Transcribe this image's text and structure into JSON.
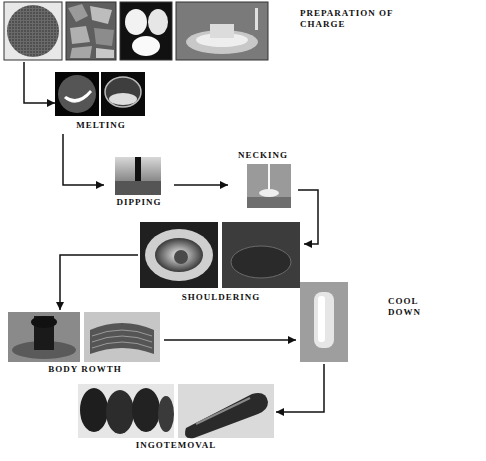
{
  "diagram": {
    "nodes": [
      {
        "text": [
          "PREPARATION OF CHARGE"
        ]
      },
      {
        "text": [
          "MELTING"
        ]
      },
      {
        "text": [
          "DIPPING"
        ]
      },
      {
        "text": [
          "NECKING"
        ]
      },
      {
        "text": [
          "SHOULDERING"
        ]
      },
      {
        "text": [
          "BODY ROWTH"
        ]
      },
      {
        "text": [
          "COOL DOWN"
        ]
      },
      {
        "text": [
          "INGOTEMOVAL"
        ]
      }
    ],
    "edges": [
      {
        "from": 0,
        "to": 1,
        "arrow": "to"
      },
      {
        "from": 1,
        "to": 2,
        "arrow": "to"
      },
      {
        "from": 2,
        "to": 3,
        "arrow": "to"
      },
      {
        "from": 3,
        "to": 4,
        "arrow": "to"
      },
      {
        "from": 4,
        "to": 5,
        "arrow": "to"
      },
      {
        "from": 5,
        "to": 6,
        "arrow": "to"
      },
      {
        "from": 6,
        "to": 7,
        "arrow": "to"
      }
    ]
  }
}
